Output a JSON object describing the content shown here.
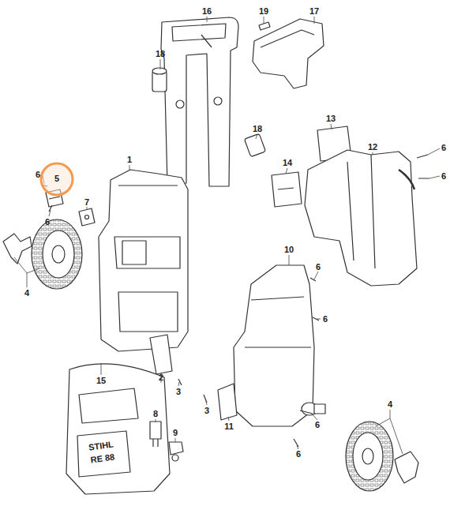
{
  "diagram": {
    "labels": [
      "16",
      "19",
      "17",
      "18",
      "18",
      "13",
      "12",
      "6",
      "6",
      "14",
      "1",
      "6",
      "5",
      "7",
      "6",
      "4",
      "10",
      "6",
      "6",
      "15",
      "2",
      "3",
      "8",
      "9",
      "3",
      "11",
      "6",
      "6",
      "4",
      "STIHL",
      "RE 88"
    ]
  }
}
